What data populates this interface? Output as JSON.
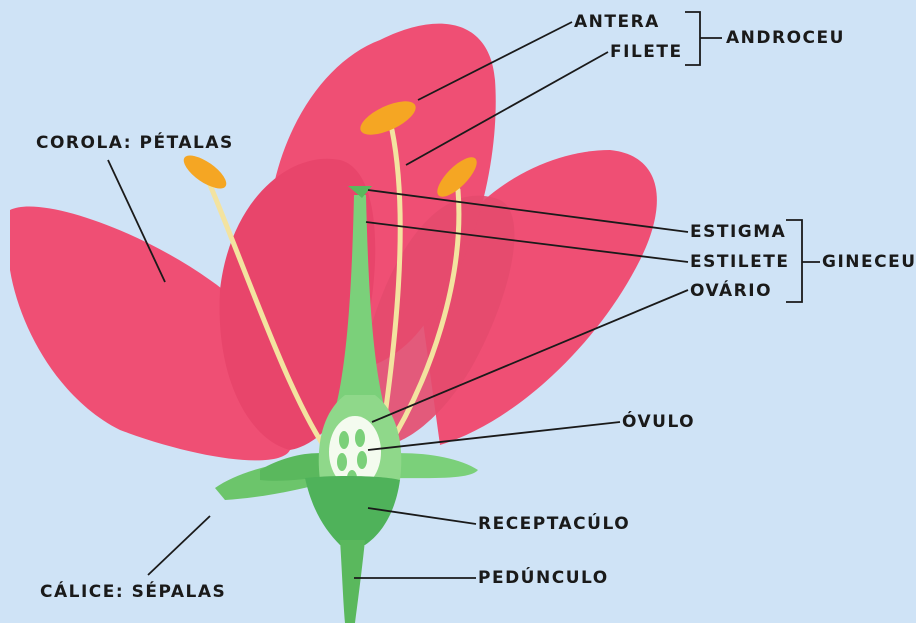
{
  "labels": {
    "antera": "ANTERA",
    "filete": "FILETE",
    "androceu": "ANDROCEU",
    "corola": "COROLA: PÉTALAS",
    "estigma": "ESTIGMA",
    "estilete": "ESTILETE",
    "gineceu": "GINECEU",
    "ovario": "OVÁRIO",
    "ovulo": "ÓVULO",
    "receptaculo": "RECEPTACÚLO",
    "pedunculo": "PEDÚNCULO",
    "calice": "CÁLICE: SÉPALAS"
  },
  "colors": {
    "background": "#cfe3f6",
    "petal": "#ef4f74",
    "petal_dark": "#d93a60",
    "sepal": "#7bd07a",
    "sepal_dark": "#4fb25a",
    "filament": "#f3e3a0",
    "anther": "#f5a623",
    "ink": "#1a1a1a"
  }
}
